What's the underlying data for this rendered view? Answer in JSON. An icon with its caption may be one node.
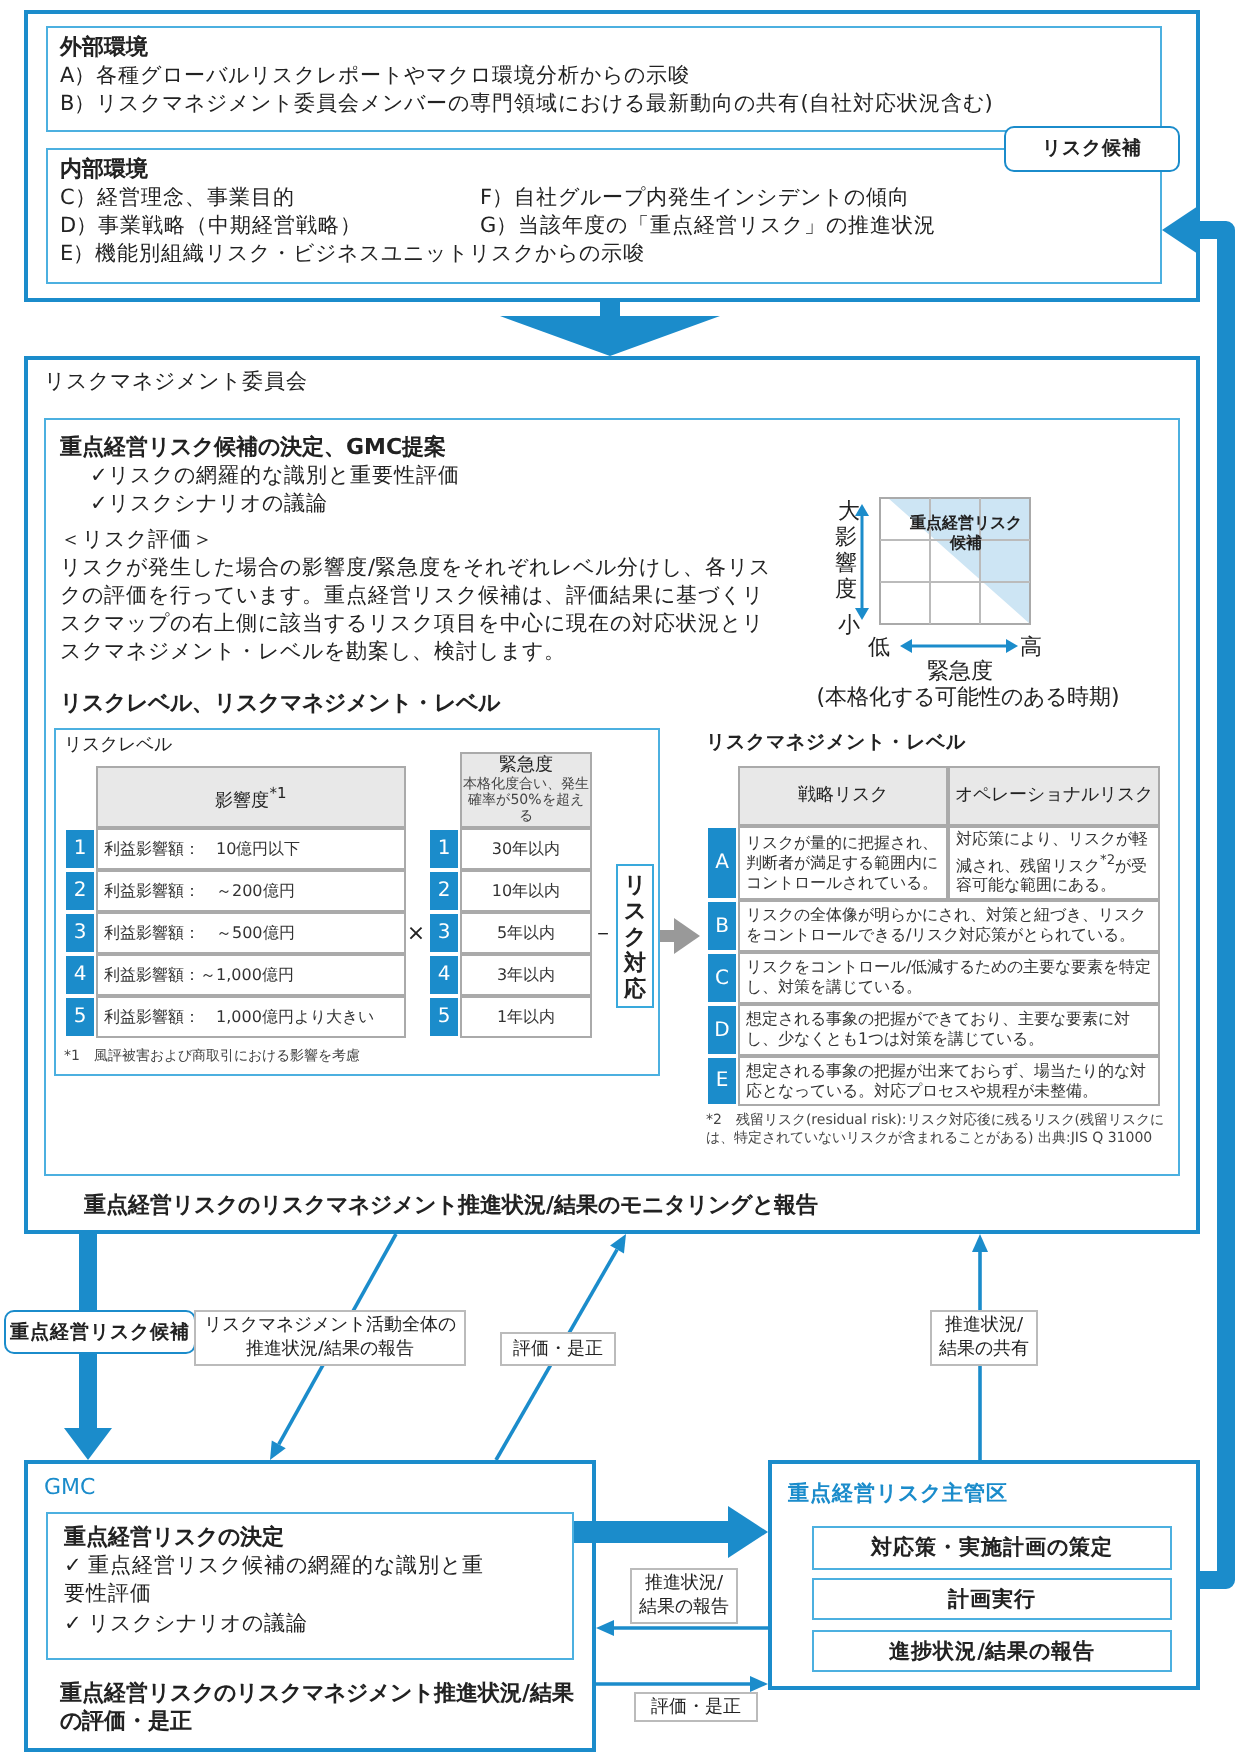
{
  "diagram": {
    "nodes": [
      {
        "text": [],
        "shape": "box"
      },
      {
        "text": [
          "外部環境",
          "A）各種グローバルリスクレポートやマクロ環境分析からの示唆",
          "B）リスクマネジメント委員会メンバーの専門領域における最新動向の共有(自社対応状況含む)"
        ],
        "in": 0
      },
      {
        "text": [
          "内部環境",
          "C）経営理念、事業目的",
          "F）自社グループ内発生インシデントの傾向",
          "D）事業戦略（中期経営戦略）",
          "G）当該年度の「重点経営リスク」の推進状況",
          "E）機能別組織リスク・ビジネスユニットリスクからの示唆"
        ],
        "in": 0
      },
      {
        "text": [
          "リスクマネジメント委員会",
          "重点経営リスクのリスクマネジメント推進状況/結果のモニタリングと報告"
        ]
      },
      {
        "text": [
          "重点経営リスク候補の決定、GMC提案",
          "✓リスクの網羅的な識別と重要性評価",
          "✓リスクシナリオの議論",
          "＜リスク評価＞",
          "リスクが発生した場合の影響度/緊急度をそれぞれレベル分けし、各リスクの評価を行っています。重点経営リスク候補は、評価結果に基づくリスクマップの右上側に該当するリスク項目を中心に現在の対応状況とリスクマネジメント・レベルを勘案し、検討します。",
          "リスクレベル、リスクマネジメント・レベル"
        ],
        "in": 3
      },
      {
        "text": [
          "リスクレベル",
          "*1　風評被害および商取引における影響を考慮"
        ],
        "in": 4
      },
      {
        "text": [
          "リスク対応"
        ],
        "in": 5
      },
      {
        "text": [
          "リスクマネジメント・レベル"
        ],
        "in": 4
      },
      {
        "text": [
          "GMC",
          "重点経営リスクのリスクマネジメント推進状況/結果の評価・是正"
        ]
      },
      {
        "text": [
          "重点経営リスクの決定",
          "✓ 重点経営リスク候補の網羅的な識別と重要性評価",
          "✓ リスクシナリオの議論"
        ],
        "in": 8
      },
      {
        "text": [
          "重点経営リスク主管区"
        ]
      },
      {
        "text": [
          "対応策・実施計画の策定"
        ],
        "in": 10
      },
      {
        "text": [
          "計画実行"
        ],
        "in": 10
      },
      {
        "text": [
          "進捗状況/結果の報告"
        ],
        "in": 10
      }
    ],
    "edges": [
      {
        "from": 0,
        "to": 3,
        "arrow": "to",
        "style": "thick"
      },
      {
        "from": 3,
        "to": 8,
        "arrow": "to",
        "style": "thick",
        "label": "重点経営リスク候補"
      },
      {
        "from": 3,
        "to": 8,
        "arrow": "to",
        "label": "リスクマネジメント活動全体の推進状況/結果の報告"
      },
      {
        "from": 8,
        "to": 3,
        "arrow": "to",
        "label": "評価・是正"
      },
      {
        "from": 10,
        "to": 3,
        "arrow": "to",
        "label": "推進状況/結果の共有"
      },
      {
        "from": 9,
        "to": 10,
        "arrow": "to",
        "style": "thick"
      },
      {
        "from": 10,
        "to": 8,
        "arrow": "to",
        "label": "推進状況/結果の報告"
      },
      {
        "from": 8,
        "to": 10,
        "arrow": "to",
        "label": "評価・是正"
      },
      {
        "from": 10,
        "to": 2,
        "arrow": "to",
        "style": "thick",
        "label": "リスク候補"
      },
      {
        "from": 5,
        "to": 7,
        "arrow": "to",
        "style": "thick",
        "color": "#999999"
      }
    ],
    "labels": [
      "大",
      "重点経営リスク候補",
      "影響度",
      "小",
      "低",
      "高",
      "緊急度",
      "(本格化する可能性のある時期)",
      "影響度$^{*1}$",
      "緊急度",
      "本格化度合い、発生確率が50%を超える",
      "1",
      "利益影響額：　10億円以下",
      "1",
      "30年以内",
      "2",
      "利益影響額：　～200億円",
      "2",
      "10年以内",
      "3",
      "利益影響額：　～500億円",
      "×",
      "3",
      "5年以内",
      "－",
      "4",
      "利益影響額：～1,000億円",
      "4",
      "3年以内",
      "5",
      "利益影響額：　1,000億円より大きい",
      "5",
      "1年以内",
      "戦略リスク",
      "オペレーショナルリスク",
      "A",
      "リスクが量的に把握され、判断者が満足する範囲内にコントロールされている。",
      "対応策により、リスクが軽減され、残留リスク$^{*2}$が受容可能な範囲にある。",
      "B",
      "リスクの全体像が明らかにされ、対策と紐づき、リスクをコントロールできる/リスク対応策がとられている。",
      "C",
      "リスクをコントロール/低減するための主要な要素を特定し、対策を講じている。",
      "D",
      "想定される事象の把握ができており、主要な要素に対し、少なくとも1つは対策を講じている。",
      "E",
      "想定される事象の把握が出来ておらず、場当たり的な対応となっている。対応プロセスや規程が未整備。",
      "*2　残留リスク(residual risk):リスク対応後に残るリスク(残留リスクには、特定されていないリスクが含まれることがある) 出典:JIS Q 31000"
    ]
  }
}
